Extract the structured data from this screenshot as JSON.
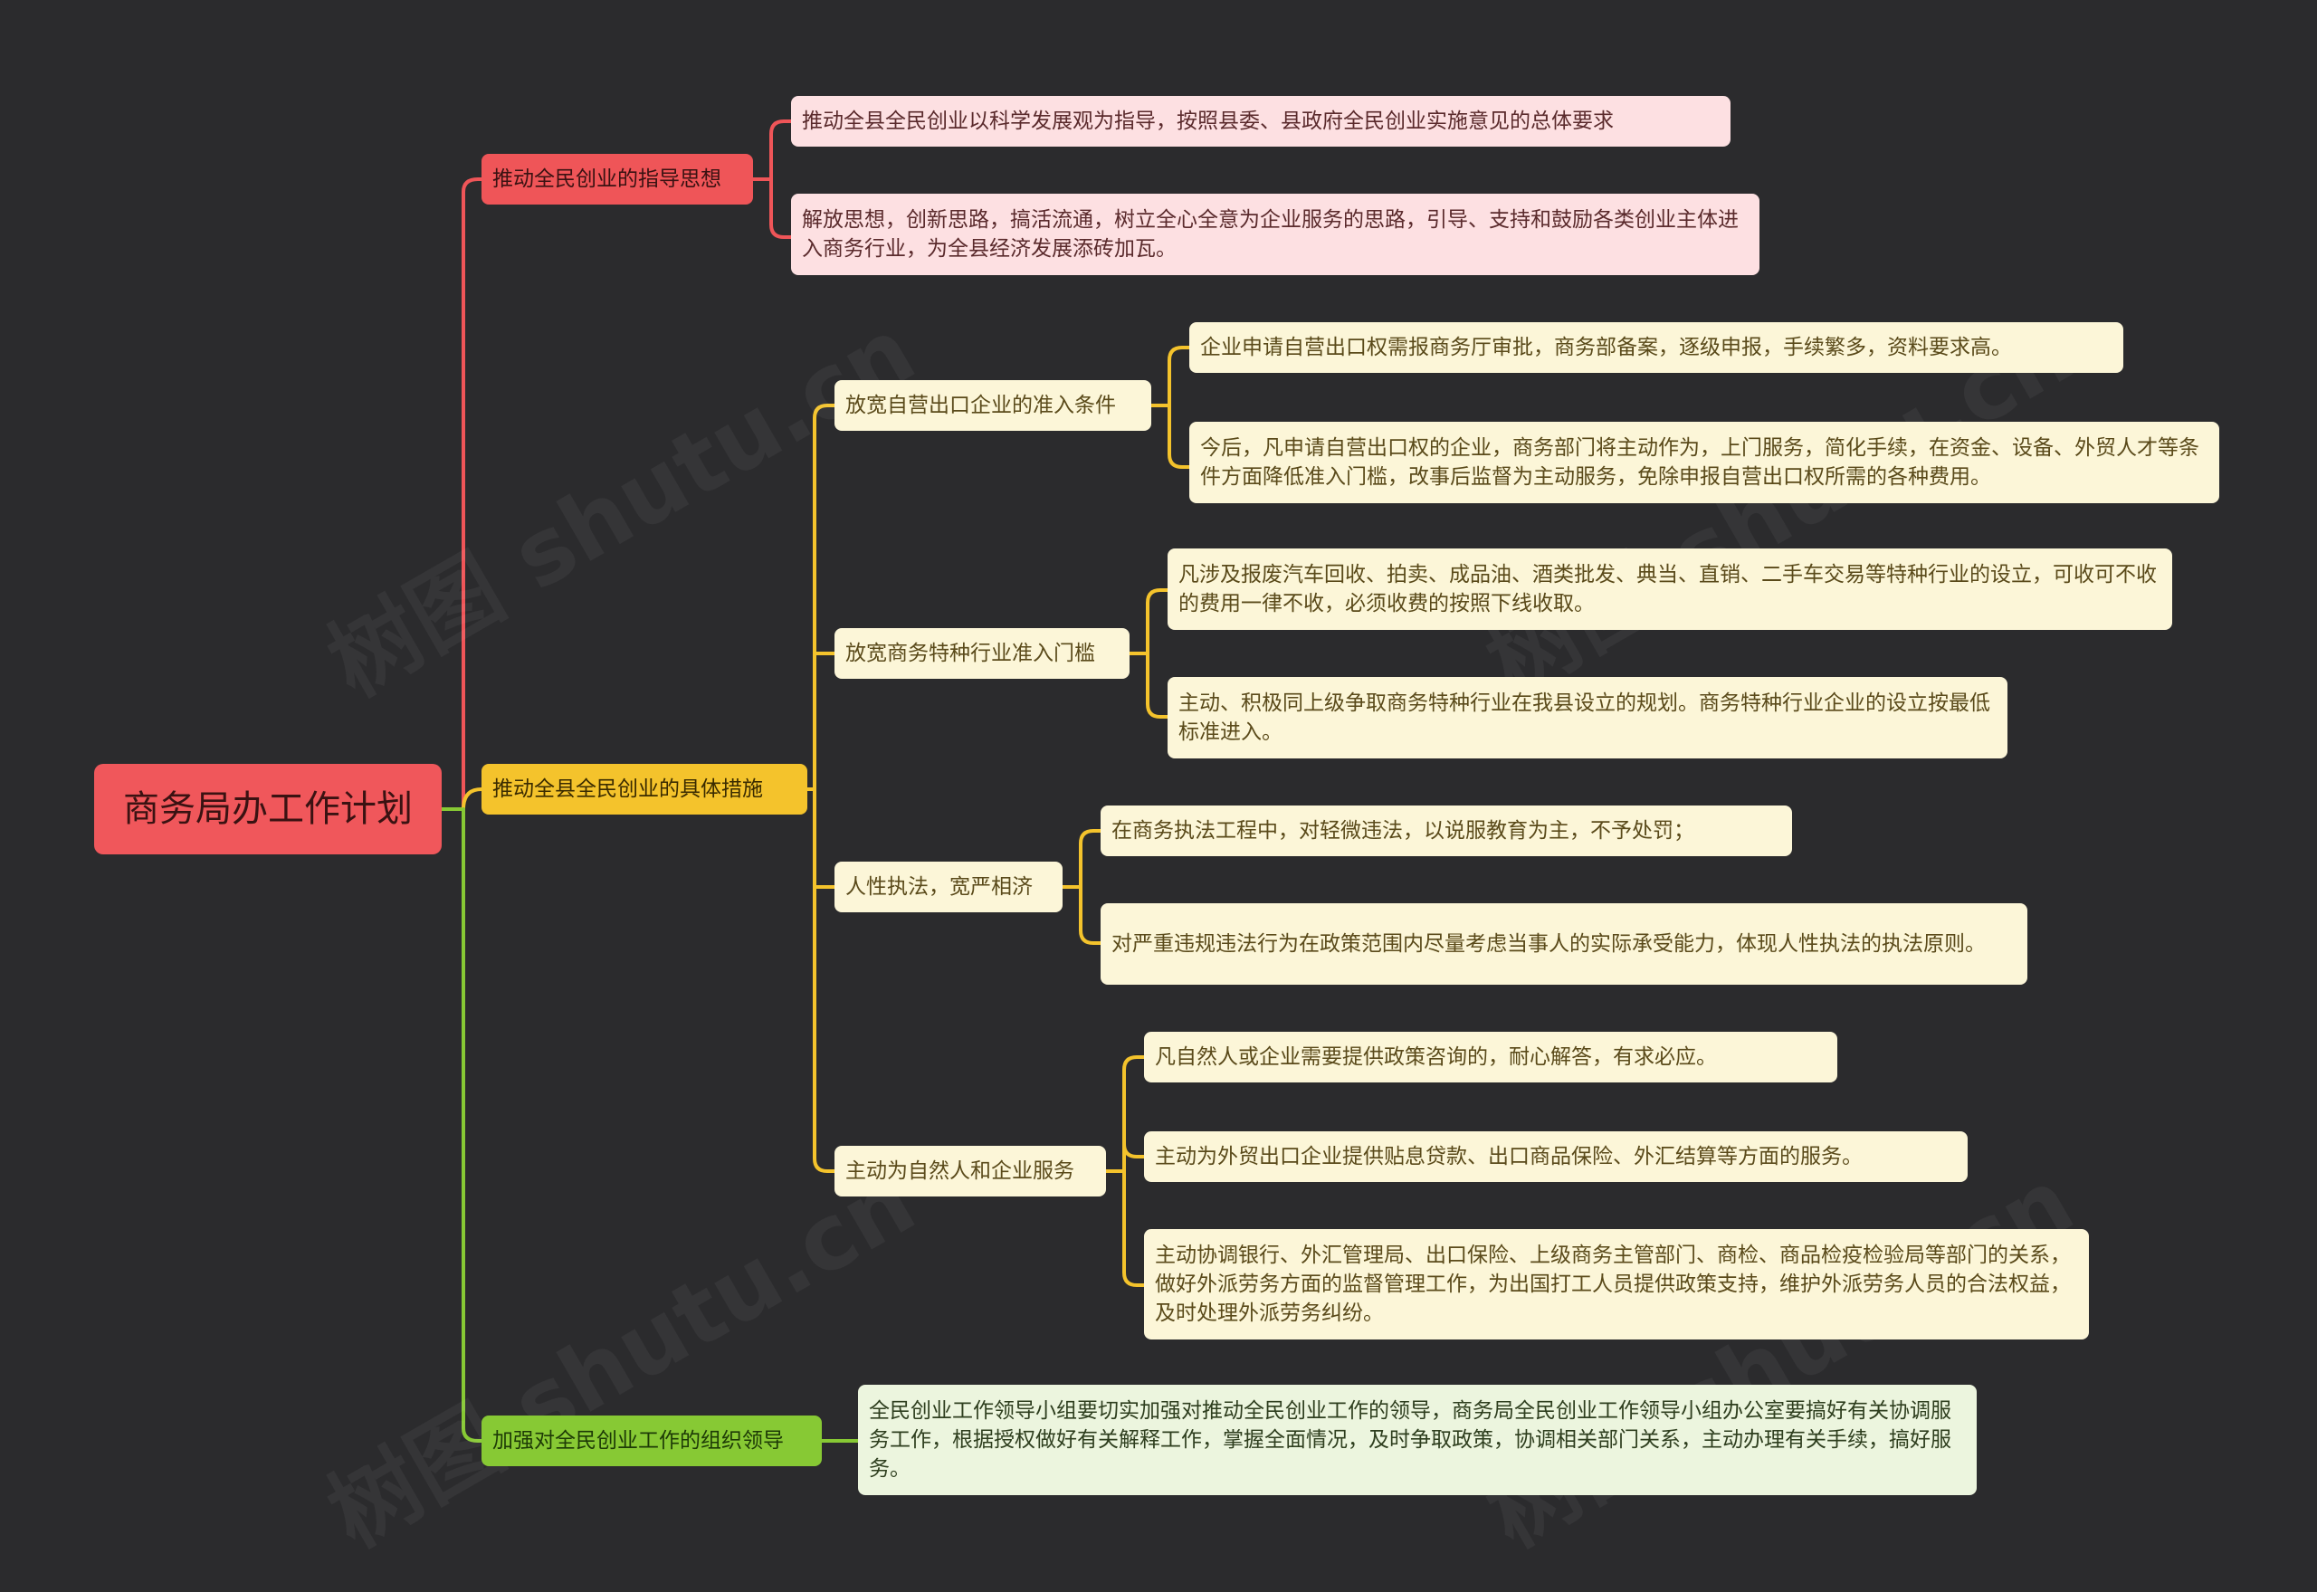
{
  "root": {
    "label": "商务局办工作计划"
  },
  "colors": {
    "background": "#2b2b2d",
    "red": "#ef5558",
    "yellow": "#f4c32c",
    "green": "#87c934"
  },
  "branches": [
    {
      "label": "推动全民创业的指导思想",
      "color": "red",
      "children": [
        {
          "text": "推动全县全民创业以科学发展观为指导，按照县委、县政府全民创业实施意见的总体要求"
        },
        {
          "text": "解放思想，创新思路，搞活流通，树立全心全意为企业服务的思路，引导、支持和鼓励各类创业主体进入商务行业，为全县经济发展添砖加瓦。"
        }
      ]
    },
    {
      "label": "推动全县全民创业的具体措施",
      "color": "yellow",
      "groups": [
        {
          "label": "放宽自营出口企业的准入条件",
          "children": [
            {
              "text": "企业申请自营出口权需报商务厅审批，商务部备案，逐级申报，手续繁多，资料要求高。"
            },
            {
              "text": "今后，凡申请自营出口权的企业，商务部门将主动作为，上门服务，简化手续，在资金、设备、外贸人才等条件方面降低准入门槛，改事后监督为主动服务，免除申报自营出口权所需的各种费用。"
            }
          ]
        },
        {
          "label": "放宽商务特种行业准入门槛",
          "children": [
            {
              "text": "凡涉及报废汽车回收、拍卖、成品油、酒类批发、典当、直销、二手车交易等特种行业的设立，可收可不收的费用一律不收，必须收费的按照下线收取。"
            },
            {
              "text": "主动、积极同上级争取商务特种行业在我县设立的规划。商务特种行业企业的设立按最低标准进入。"
            }
          ]
        },
        {
          "label": "人性执法，宽严相济",
          "children": [
            {
              "text": "在商务执法工程中，对轻微违法，以说服教育为主，不予处罚；"
            },
            {
              "text": "对严重违规违法行为在政策范围内尽量考虑当事人的实际承受能力，体现人性执法的执法原则。"
            }
          ]
        },
        {
          "label": "主动为自然人和企业服务",
          "children": [
            {
              "text": "凡自然人或企业需要提供政策咨询的，耐心解答，有求必应。"
            },
            {
              "text": "主动为外贸出口企业提供贴息贷款、出口商品保险、外汇结算等方面的服务。"
            },
            {
              "text": "主动协调银行、外汇管理局、出口保险、上级商务主管部门、商检、商品检疫检验局等部门的关系，做好外派劳务方面的监督管理工作，为出国打工人员提供政策支持，维护外派劳务人员的合法权益，及时处理外派劳务纠纷。"
            }
          ]
        }
      ]
    },
    {
      "label": "加强对全民创业工作的组织领导",
      "color": "green",
      "children": [
        {
          "text": "全民创业工作领导小组要切实加强对推动全民创业工作的领导，商务局全民创业工作领导小组办公室要搞好有关协调服务工作，根据授权做好有关解释工作，掌握全面情况，及时争取政策，协调相关部门关系，主动办理有关手续，搞好服务。"
        }
      ]
    }
  ],
  "watermark": {
    "text": "树图 shutu.cn"
  }
}
